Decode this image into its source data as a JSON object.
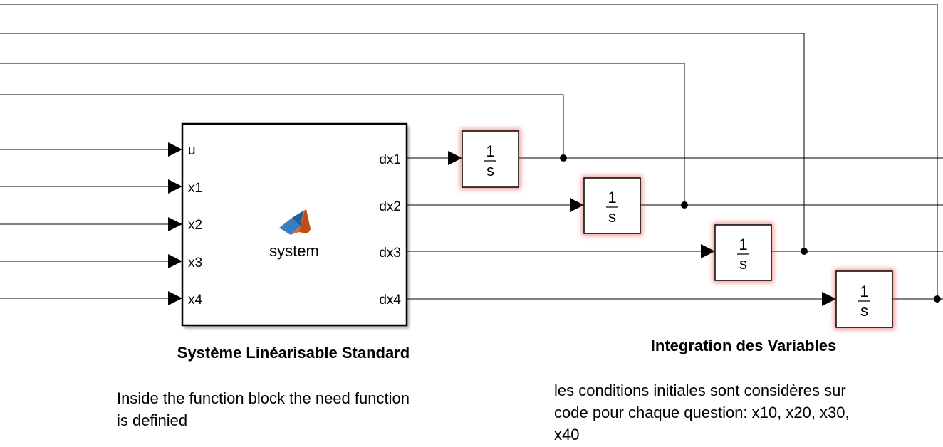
{
  "function_block": {
    "name": "system",
    "icon": "matlab-logo-icon",
    "inputs": [
      "u",
      "x1",
      "x2",
      "x3",
      "x4"
    ],
    "outputs": [
      "dx1",
      "dx2",
      "dx3",
      "dx4"
    ],
    "title": "Système Linéarisable Standard",
    "note_lines": [
      "Inside the function block the need function",
      "is definied"
    ]
  },
  "integrators": {
    "numerator": "1",
    "denominator": "s",
    "count": 4,
    "highlight_color": "#e8302a",
    "title": "Integration des Variables",
    "note_lines": [
      "les conditions initiales sont considères sur",
      "code pour chaque question: x10, x20, x30,",
      "x40"
    ]
  },
  "colors": {
    "wire": "#000000",
    "block_border": "#000000",
    "background": "#ffffff"
  }
}
